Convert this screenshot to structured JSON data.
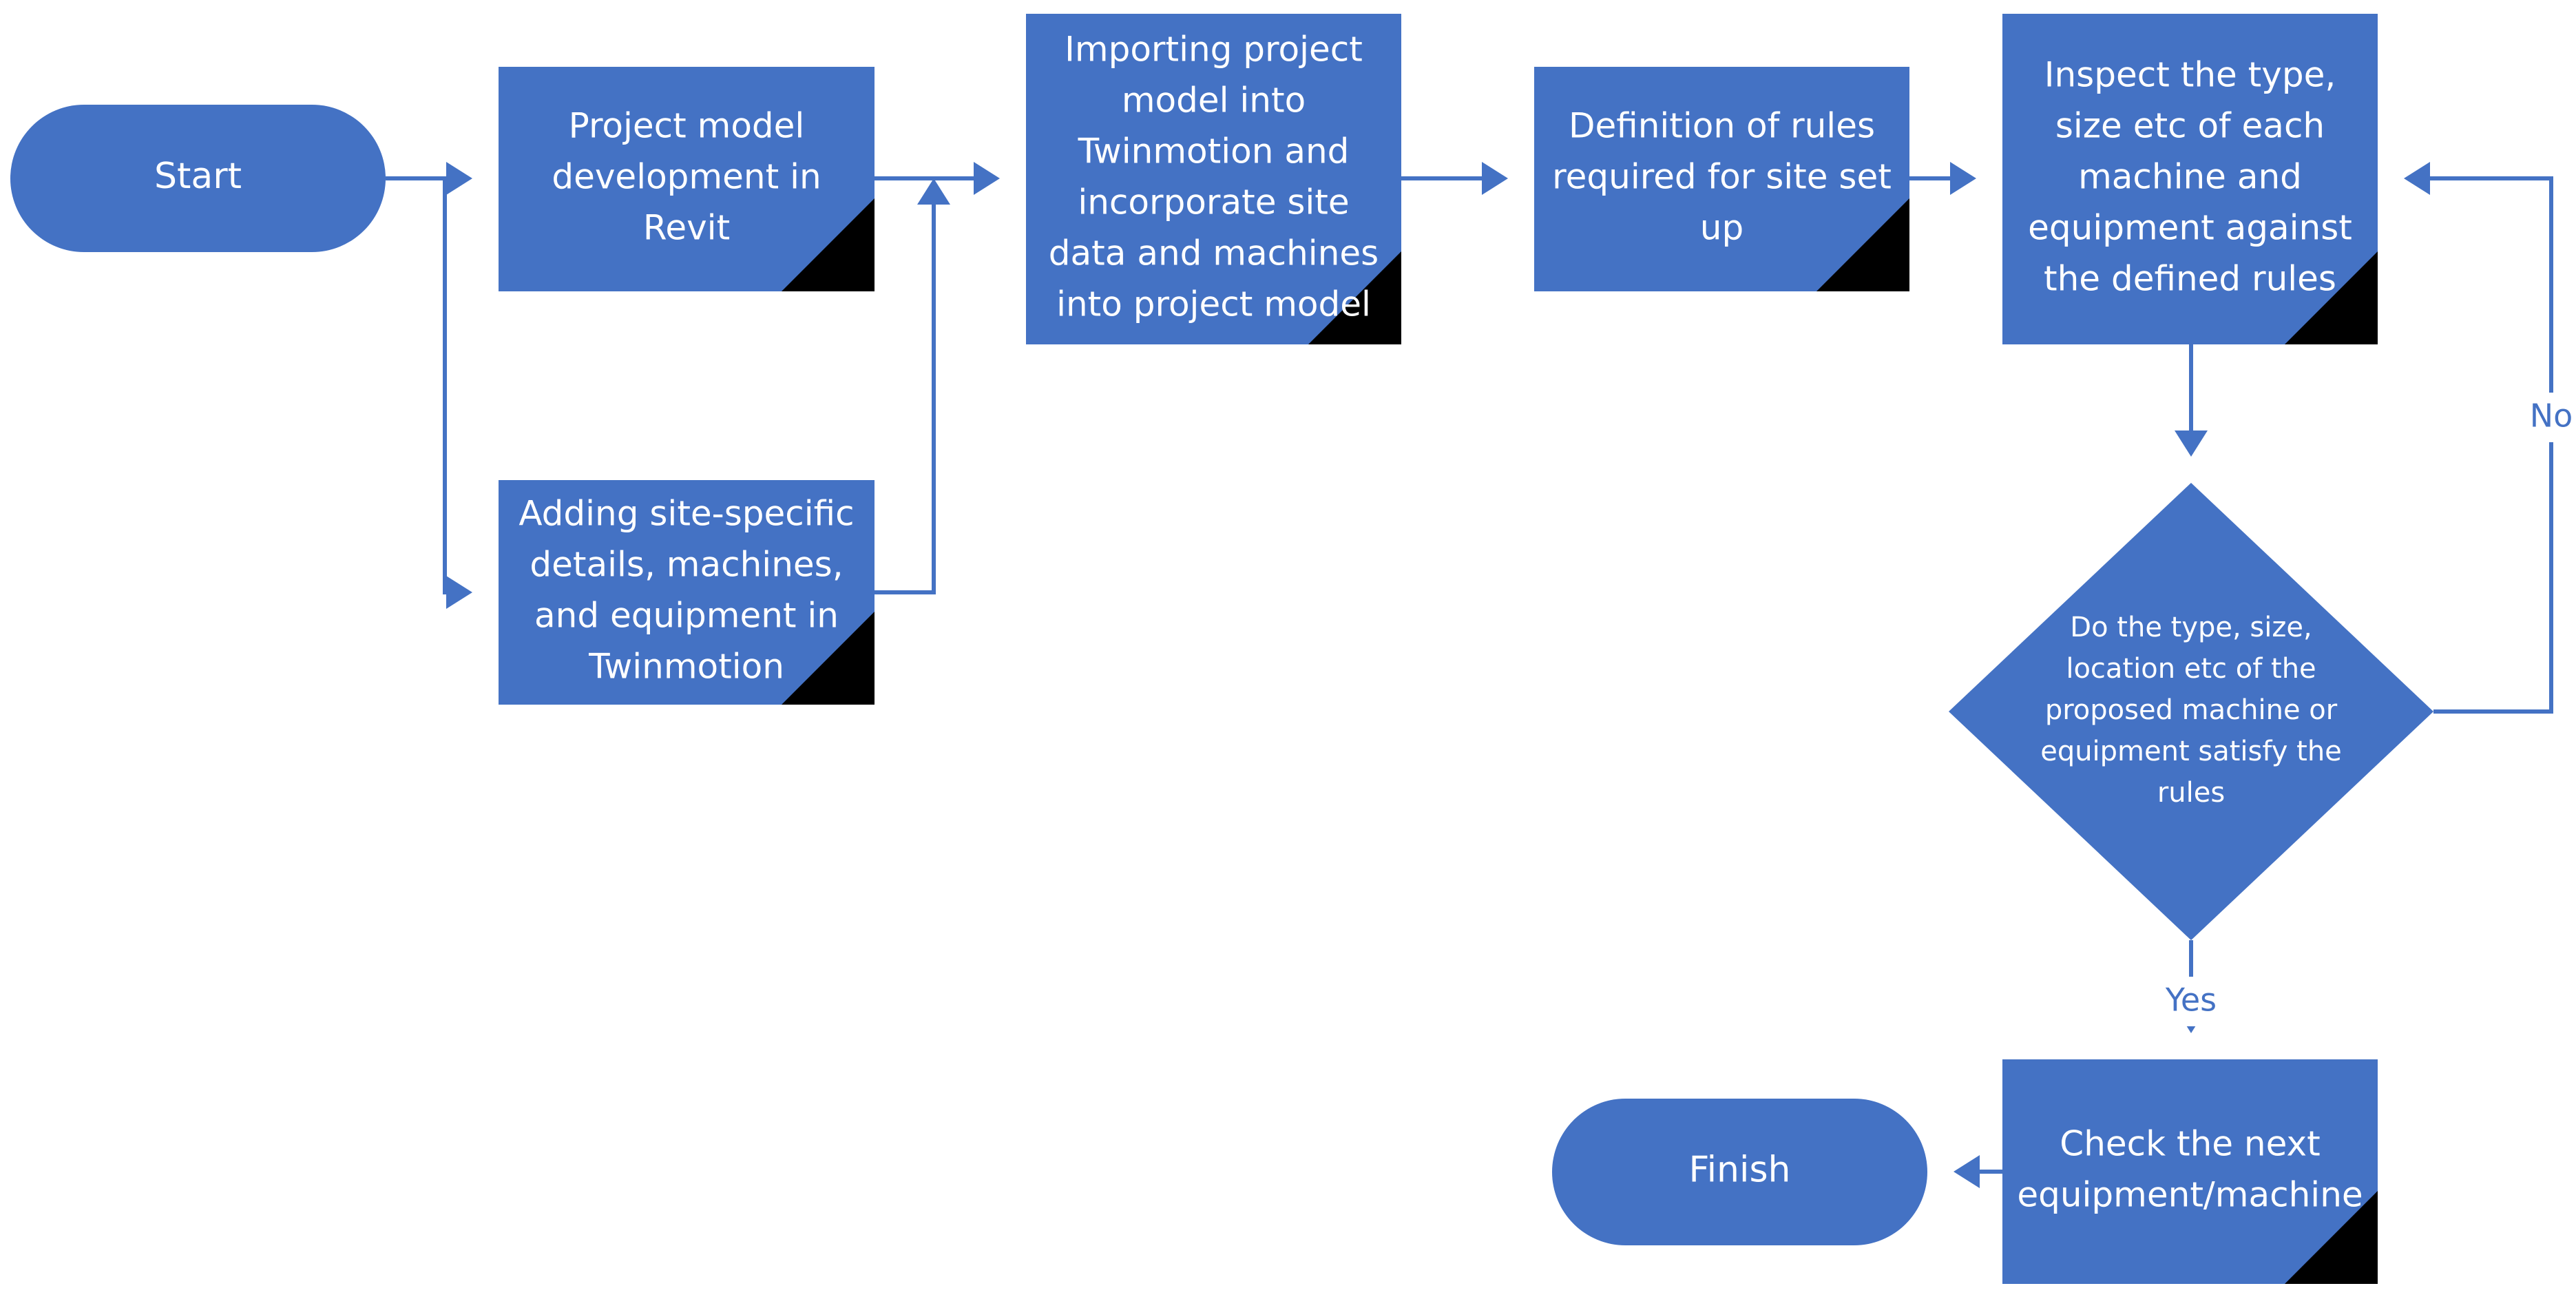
{
  "colors": {
    "node_fill": "#4472c4",
    "edge": "#4472c4",
    "corner": "#000000",
    "text": "#ffffff",
    "background": "#ffffff"
  },
  "nodes": [
    {
      "id": "start",
      "shape": "terminator",
      "lines": [
        "Start"
      ]
    },
    {
      "id": "revit",
      "shape": "process",
      "lines": [
        "Project model",
        "development in",
        "Revit"
      ]
    },
    {
      "id": "site_details",
      "shape": "process",
      "lines": [
        "Adding site-specific",
        "details, machines,",
        "and equipment in",
        "Twinmotion"
      ]
    },
    {
      "id": "import",
      "shape": "process",
      "lines": [
        "Importing project",
        "model into",
        "Twinmotion and",
        "incorporate site",
        "data and machines",
        "into project model"
      ]
    },
    {
      "id": "rules",
      "shape": "process",
      "lines": [
        "Definition of rules",
        "required for site set",
        "up"
      ]
    },
    {
      "id": "inspect",
      "shape": "process",
      "lines": [
        "Inspect the type,",
        "size etc of each",
        "machine and",
        "equipment against",
        "the defined rules"
      ]
    },
    {
      "id": "decision",
      "shape": "decision",
      "lines": [
        "Do the type, size,",
        "location etc of the",
        "proposed machine or",
        "equipment satisfy the",
        "rules"
      ]
    },
    {
      "id": "check_next",
      "shape": "process",
      "lines": [
        "Check the next",
        "equipment/machine"
      ]
    },
    {
      "id": "finish",
      "shape": "terminator",
      "lines": [
        "Finish"
      ]
    }
  ],
  "edges": [
    {
      "from": "start",
      "to": "revit",
      "label": ""
    },
    {
      "from": "start",
      "to": "site_details",
      "label": ""
    },
    {
      "from": "revit",
      "to": "import",
      "label": ""
    },
    {
      "from": "site_details",
      "to": "import",
      "label": ""
    },
    {
      "from": "import",
      "to": "rules",
      "label": ""
    },
    {
      "from": "rules",
      "to": "inspect",
      "label": ""
    },
    {
      "from": "inspect",
      "to": "decision",
      "label": ""
    },
    {
      "from": "decision",
      "to": "inspect",
      "label": "No"
    },
    {
      "from": "decision",
      "to": "check_next",
      "label": "Yes"
    },
    {
      "from": "check_next",
      "to": "finish",
      "label": ""
    }
  ]
}
